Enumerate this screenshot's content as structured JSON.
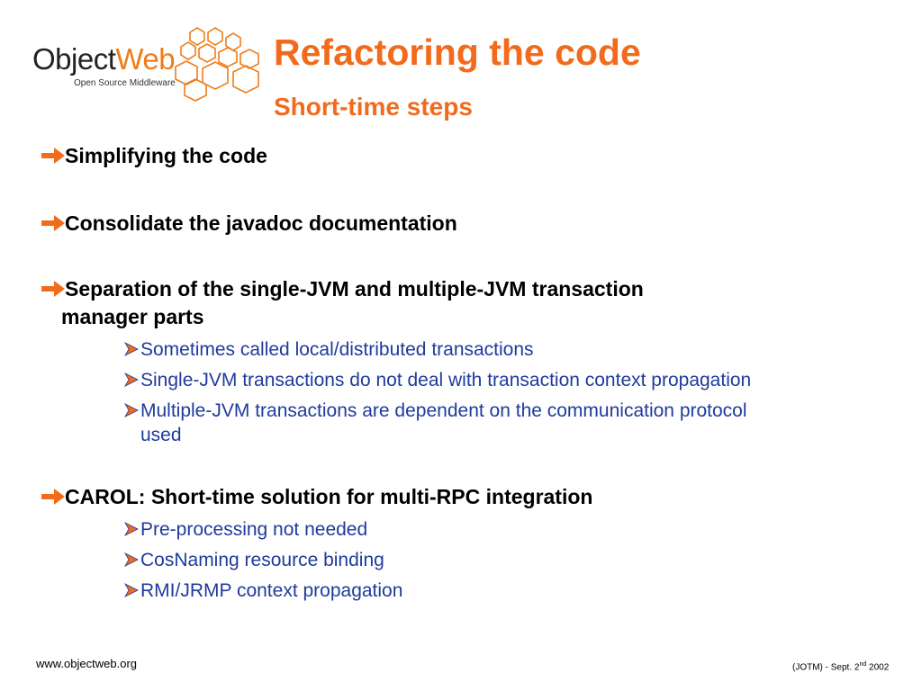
{
  "logo": {
    "brand_part1": "Object",
    "brand_part2": "Web",
    "tagline": "Open Source Middleware"
  },
  "slide": {
    "title": "Refactoring the code",
    "subtitle": "Short-time steps"
  },
  "bullets": {
    "b1": "Simplifying the code",
    "b2": "Consolidate the javadoc documentation",
    "b3_line1": "Separation of the single-JVM and multiple-JVM transaction",
    "b3_line2": "manager parts",
    "b3_sub1": "Sometimes called local/distributed transactions",
    "b3_sub2": "Single-JVM transactions do not deal with transaction context propagation",
    "b3_sub3_line1": "Multiple-JVM transactions are dependent on the communication protocol",
    "b3_sub3_line2": "used",
    "b4": "CAROL: Short-time solution for multi-RPC integration",
    "b4_sub1": "Pre-processing not needed",
    "b4_sub2": "CosNaming resource binding",
    "b4_sub3": "RMI/JRMP context propagation"
  },
  "footer": {
    "url": "www.objectweb.org",
    "right_prefix": "(JOTM)  - Sept. 2",
    "right_sup": "nd",
    "right_suffix": " 2002"
  },
  "colors": {
    "accent_orange": "#f26b1d",
    "sub_bullet_blue": "#1f3b9c",
    "logo_orange": "#f07c1a"
  },
  "icons": {
    "main_bullet": "arrow-right-icon",
    "sub_bullet": "chevron-arrow-icon"
  }
}
